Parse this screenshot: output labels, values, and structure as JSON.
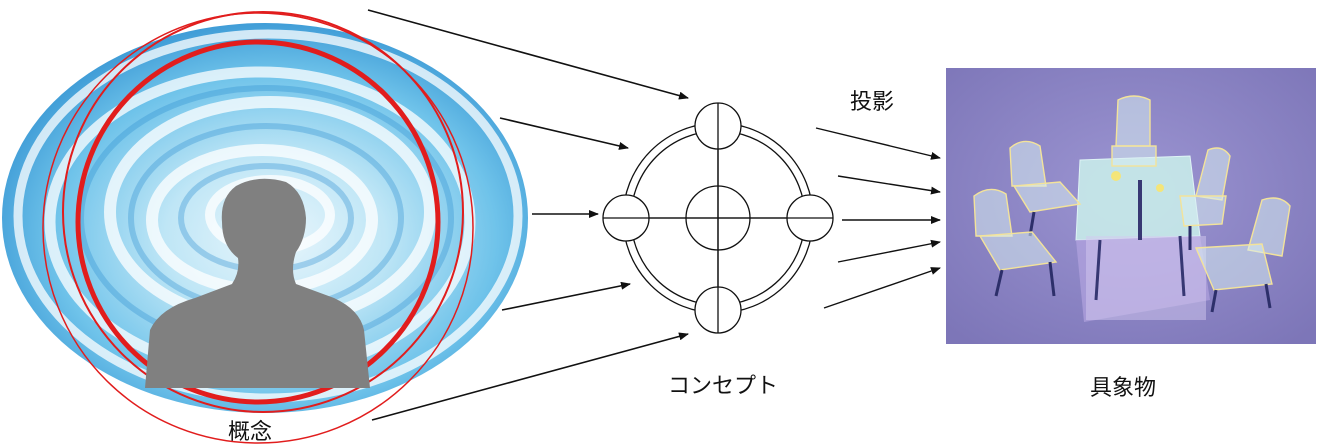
{
  "labels": {
    "concept": "概念",
    "concept_katakana": "コンセプト",
    "projection": "投影",
    "concrete_object": "具象物"
  },
  "colors": {
    "swirl_blue": "#5ab6e6",
    "ring_red": "#e11d1d",
    "silhouette_gray": "#808080",
    "scene_purple": "#8b84c4",
    "line_black": "#111111"
  }
}
